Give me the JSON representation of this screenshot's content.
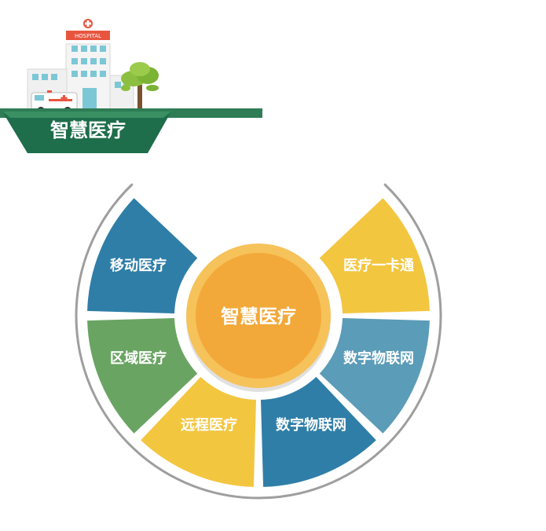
{
  "header": {
    "hospital_sign": "HOSPITAL",
    "banner_title": "智慧医疗"
  },
  "diagram": {
    "center_label": "智慧医疗",
    "segments": [
      {
        "label": "移动医疗",
        "color": "#2f7ea8"
      },
      {
        "label": "区域医疗",
        "color": "#6aa463"
      },
      {
        "label": "远程医疗",
        "color": "#f3c640"
      },
      {
        "label": "数字物联网",
        "color": "#2f7ea8"
      },
      {
        "label": "数字物联网",
        "color": "#5b9cb8"
      },
      {
        "label": "医疗一卡通",
        "color": "#f3c640"
      }
    ],
    "center_color": "#f2a939",
    "ring_color": "#9e9e9e"
  }
}
